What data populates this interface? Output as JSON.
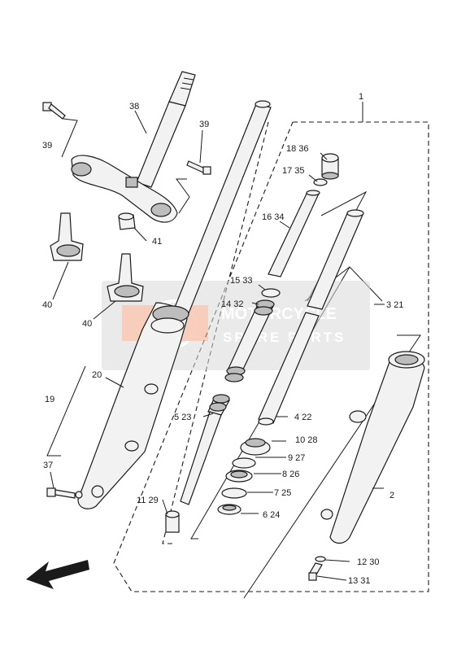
{
  "title": "",
  "callouts": [
    {
      "id": "c1",
      "text": "1"
    },
    {
      "id": "c2",
      "text": "2"
    },
    {
      "id": "c3",
      "text": "3 21"
    },
    {
      "id": "c4",
      "text": "4 22"
    },
    {
      "id": "c5",
      "text": "5 23"
    },
    {
      "id": "c6",
      "text": "6 24"
    },
    {
      "id": "c7",
      "text": "7 25"
    },
    {
      "id": "c8",
      "text": "8 26"
    },
    {
      "id": "c9",
      "text": "9 27"
    },
    {
      "id": "c10",
      "text": "10 28"
    },
    {
      "id": "c11",
      "text": "11 29"
    },
    {
      "id": "c12",
      "text": "12 30"
    },
    {
      "id": "c13",
      "text": "13 31"
    },
    {
      "id": "c14",
      "text": "14 32"
    },
    {
      "id": "c15",
      "text": "15 33"
    },
    {
      "id": "c16",
      "text": "16 34"
    },
    {
      "id": "c17",
      "text": "17 35"
    },
    {
      "id": "c18",
      "text": "18 36"
    },
    {
      "id": "c19",
      "text": "19"
    },
    {
      "id": "c20",
      "text": "20"
    },
    {
      "id": "c37",
      "text": "37"
    },
    {
      "id": "c38",
      "text": "38"
    },
    {
      "id": "c39a",
      "text": "39"
    },
    {
      "id": "c39b",
      "text": "39"
    },
    {
      "id": "c40a",
      "text": "40"
    },
    {
      "id": "c40b",
      "text": "40"
    },
    {
      "id": "c41",
      "text": "41"
    }
  ],
  "watermark": {
    "line1": "MOTORCYCLE",
    "line2": "SPARE PARTS",
    "color": "#f4a07a"
  },
  "colors": {
    "line": "#1a1a1a",
    "part_fill": "#f2f2f2",
    "shade": "#bdbdbd",
    "watermark_box": "#d9d9d9"
  },
  "direction_arrow": "front-arrow-icon"
}
